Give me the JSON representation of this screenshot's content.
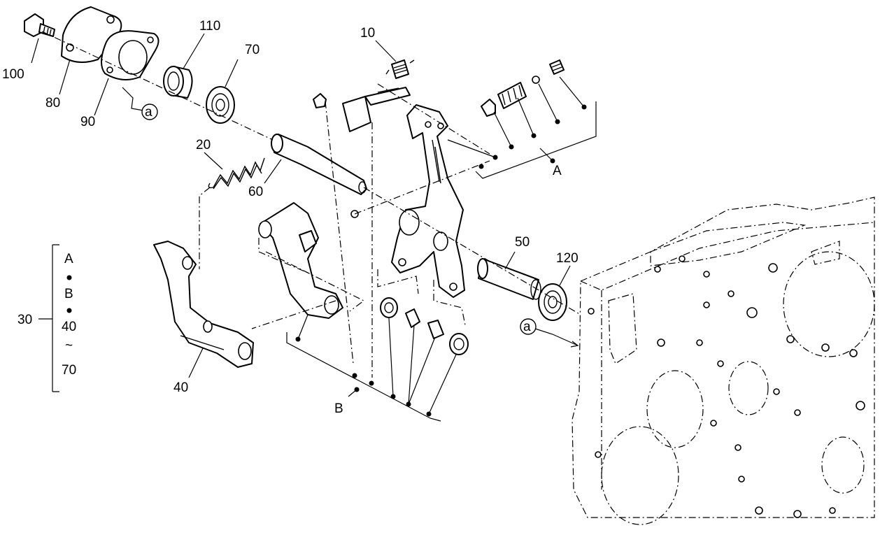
{
  "labels": {
    "p10": "10",
    "p20": "20",
    "p40": "40",
    "p50": "50",
    "p60": "60",
    "p70": "70",
    "p80": "80",
    "p90": "90",
    "p100": "100",
    "p110": "110",
    "p120": "120",
    "p30": "30",
    "group_a": "A",
    "group_b": "B",
    "ref_a": "a"
  },
  "kit_30": {
    "line1": "A",
    "line2": "B",
    "line3": "40",
    "line4": "~",
    "line5": "70"
  }
}
